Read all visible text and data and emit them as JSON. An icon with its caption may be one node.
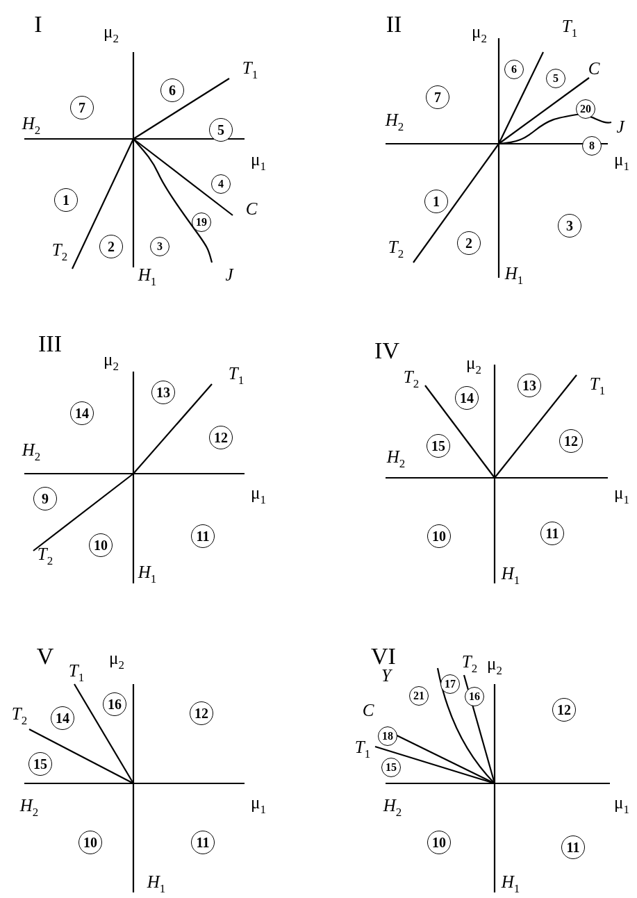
{
  "diagram": {
    "nodes": [
      {
        "text": [
          "6"
        ]
      },
      {
        "text": [
          "7"
        ]
      },
      {
        "text": [
          "5"
        ]
      },
      {
        "text": [
          "4"
        ]
      },
      {
        "text": [
          "1"
        ]
      },
      {
        "text": [
          "19"
        ]
      },
      {
        "text": [
          "2"
        ]
      },
      {
        "text": [
          "3"
        ]
      },
      {
        "text": [
          "6"
        ]
      },
      {
        "text": [
          "5"
        ]
      },
      {
        "text": [
          "7"
        ]
      },
      {
        "text": [
          "20"
        ]
      },
      {
        "text": [
          "8"
        ]
      },
      {
        "text": [
          "1"
        ]
      },
      {
        "text": [
          "3"
        ]
      },
      {
        "text": [
          "2"
        ]
      },
      {
        "text": [
          "13"
        ]
      },
      {
        "text": [
          "14"
        ]
      },
      {
        "text": [
          "12"
        ]
      },
      {
        "text": [
          "9"
        ]
      },
      {
        "text": [
          "10"
        ]
      },
      {
        "text": [
          "11"
        ]
      },
      {
        "text": [
          "13"
        ]
      },
      {
        "text": [
          "14"
        ]
      },
      {
        "text": [
          "15"
        ]
      },
      {
        "text": [
          "12"
        ]
      },
      {
        "text": [
          "10"
        ]
      },
      {
        "text": [
          "11"
        ]
      },
      {
        "text": [
          "16"
        ]
      },
      {
        "text": [
          "14"
        ]
      },
      {
        "text": [
          "12"
        ]
      },
      {
        "text": [
          "15"
        ]
      },
      {
        "text": [
          "10"
        ]
      },
      {
        "text": [
          "11"
        ]
      },
      {
        "text": [
          "17"
        ]
      },
      {
        "text": [
          "16"
        ]
      },
      {
        "text": [
          "21"
        ]
      },
      {
        "text": [
          "12"
        ]
      },
      {
        "text": [
          "18"
        ]
      },
      {
        "text": [
          "15"
        ]
      },
      {
        "text": [
          "10"
        ]
      },
      {
        "text": [
          "11"
        ]
      }
    ],
    "labels": [
      "I",
      "μ$_{2}$",
      "*T*$_{1}$",
      "*H*$_{2}$",
      "μ$_{1}$",
      "C",
      "*T*$_{2}$",
      "*H*$_{1}$",
      "J",
      "II",
      "μ$_{2}$",
      "*T*$_{1}$",
      "C",
      "*H*$_{2}$",
      "J",
      "μ$_{1}$",
      "*T*$_{2}$",
      "*H*$_{1}$",
      "III",
      "μ$_{2}$",
      "*T*$_{1}$",
      "*H*$_{2}$",
      "μ$_{1}$",
      "*T*$_{2}$",
      "*H*$_{1}$",
      "IV",
      "μ$_{2}$",
      "*T*$_{1}$",
      "*T*$_{2}$",
      "*H*$_{2}$",
      "μ$_{1}$",
      "*H*$_{1}$",
      "V",
      "*T*$_{1}$",
      "μ$_{2}$",
      "*T*$_{2}$",
      "*H*$_{2}$",
      "μ$_{1}$",
      "*H*$_{1}$",
      "VI",
      "*T*$_{2}$",
      "μ$_{2}$",
      "Y",
      "C",
      "*T*$_{1}$",
      "*H*$_{2}$",
      "μ$_{1}$",
      "*H*$_{1}$"
    ]
  }
}
